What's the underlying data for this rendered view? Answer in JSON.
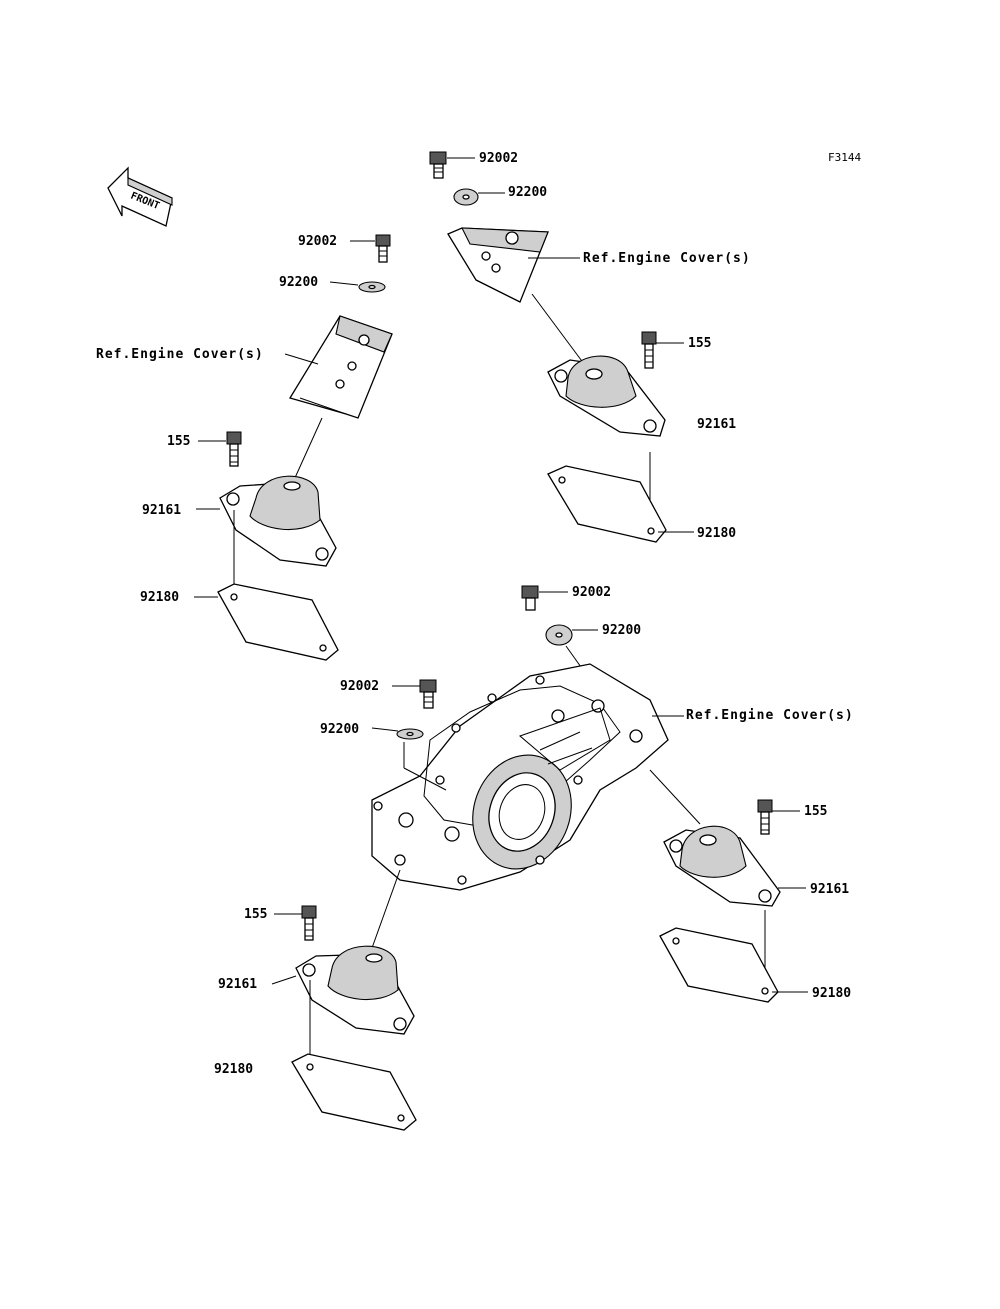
{
  "figure_id": "F3144",
  "front_label": "FRONT",
  "callouts": {
    "top_right_bolt": "92002",
    "top_right_washer": "92200",
    "top_right_ref": "Ref.Engine Cover(s)",
    "top_right_bolt_155": "155",
    "top_right_mount": "92161",
    "top_right_plate": "92180",
    "top_left_bolt": "92002",
    "top_left_washer": "92200",
    "top_left_ref": "Ref.Engine Cover(s)",
    "top_left_bolt_155": "155",
    "top_left_mount": "92161",
    "top_left_plate": "92180",
    "mid_bolt": "92002",
    "mid_washer": "92200",
    "mid_ref": "Ref.Engine Cover(s)",
    "mid_right_bolt_155": "155",
    "mid_right_mount": "92161",
    "mid_right_plate": "92180",
    "left_bolt": "92002",
    "left_washer": "92200",
    "bottom_bolt_155": "155",
    "bottom_mount": "92161",
    "bottom_plate": "92180"
  }
}
